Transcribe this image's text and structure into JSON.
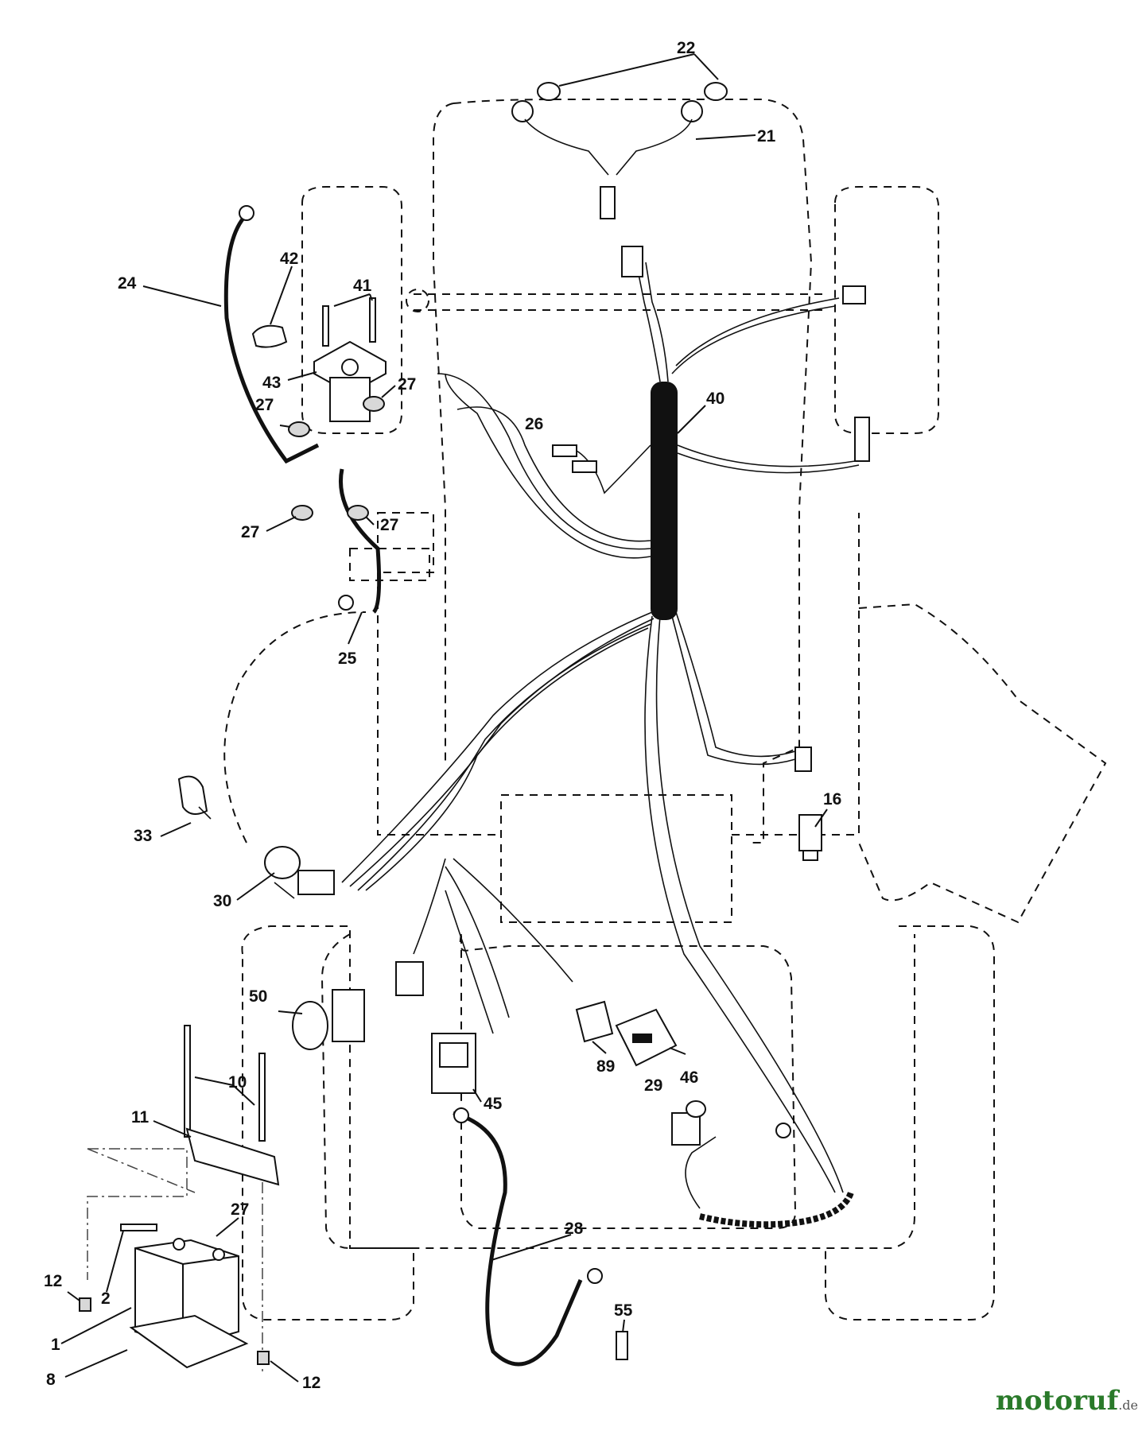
{
  "watermark": {
    "brand": "motoruf",
    "suffix": ".de"
  },
  "callouts": {
    "c22": "22",
    "c21": "21",
    "c24": "24",
    "c42": "42",
    "c41": "41",
    "c43": "43",
    "c27a": "27",
    "c27b": "27",
    "c27c": "27",
    "c27d": "27",
    "c27e": "27",
    "c40": "40",
    "c26": "26",
    "c25": "25",
    "c16": "16",
    "c33": "33",
    "c30": "30",
    "c50": "50",
    "c10": "10",
    "c11": "11",
    "c45": "45",
    "c89": "89",
    "c46": "46",
    "c29": "29",
    "c28": "28",
    "c12a": "12",
    "c12b": "12",
    "c2": "2",
    "c1": "1",
    "c8": "8",
    "c55": "55"
  }
}
